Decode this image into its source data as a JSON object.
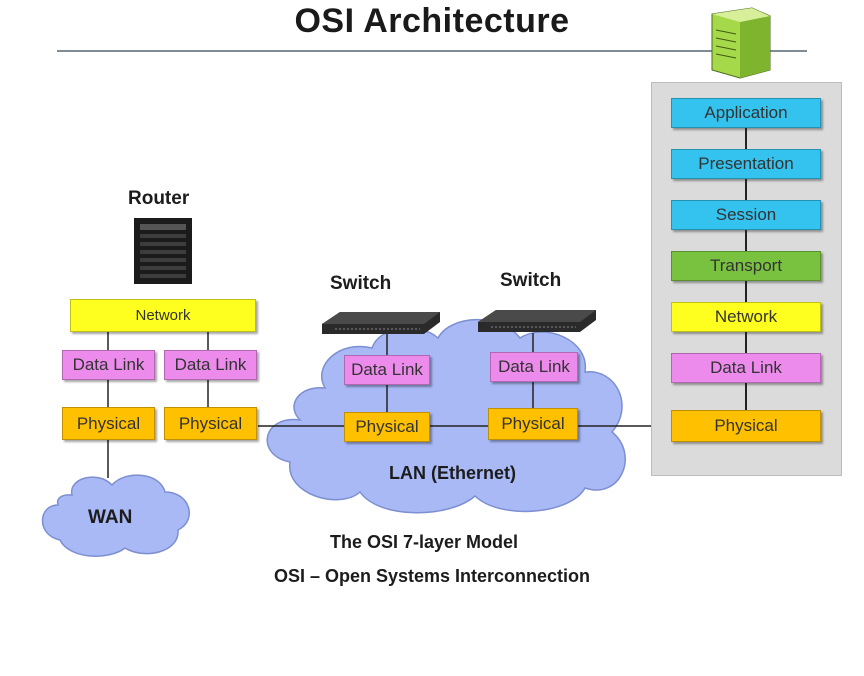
{
  "title": "OSI Architecture",
  "devices": {
    "router": "Router",
    "switch_1": "Switch",
    "switch_2": "Switch"
  },
  "router_stack": {
    "network": "Network",
    "datalink_left": "Data Link",
    "datalink_right": "Data Link",
    "physical_left": "Physical",
    "physical_right": "Physical"
  },
  "switch_1_stack": {
    "datalink": "Data Link",
    "physical": "Physical"
  },
  "switch_2_stack": {
    "datalink": "Data Link",
    "physical": "Physical"
  },
  "host_stack": [
    {
      "label": "Application",
      "color": "#33c3ee"
    },
    {
      "label": "Presentation",
      "color": "#33c3ee"
    },
    {
      "label": "Session",
      "color": "#33c3ee"
    },
    {
      "label": "Transport",
      "color": "#79c23f"
    },
    {
      "label": "Network",
      "color": "#ffff1f"
    },
    {
      "label": "Data Link",
      "color": "#ec8bec"
    },
    {
      "label": "Physical",
      "color": "#ffc000"
    }
  ],
  "clouds": {
    "wan": "WAN",
    "lan": "LAN (Ethernet)"
  },
  "captions": {
    "line1": "The OSI 7-layer Model",
    "line2": "OSI – Open Systems Interconnection"
  },
  "colors": {
    "cloud": "#a9b9f6",
    "cloud_border": "#7d8fd0",
    "panel": "#dbdbdb"
  }
}
